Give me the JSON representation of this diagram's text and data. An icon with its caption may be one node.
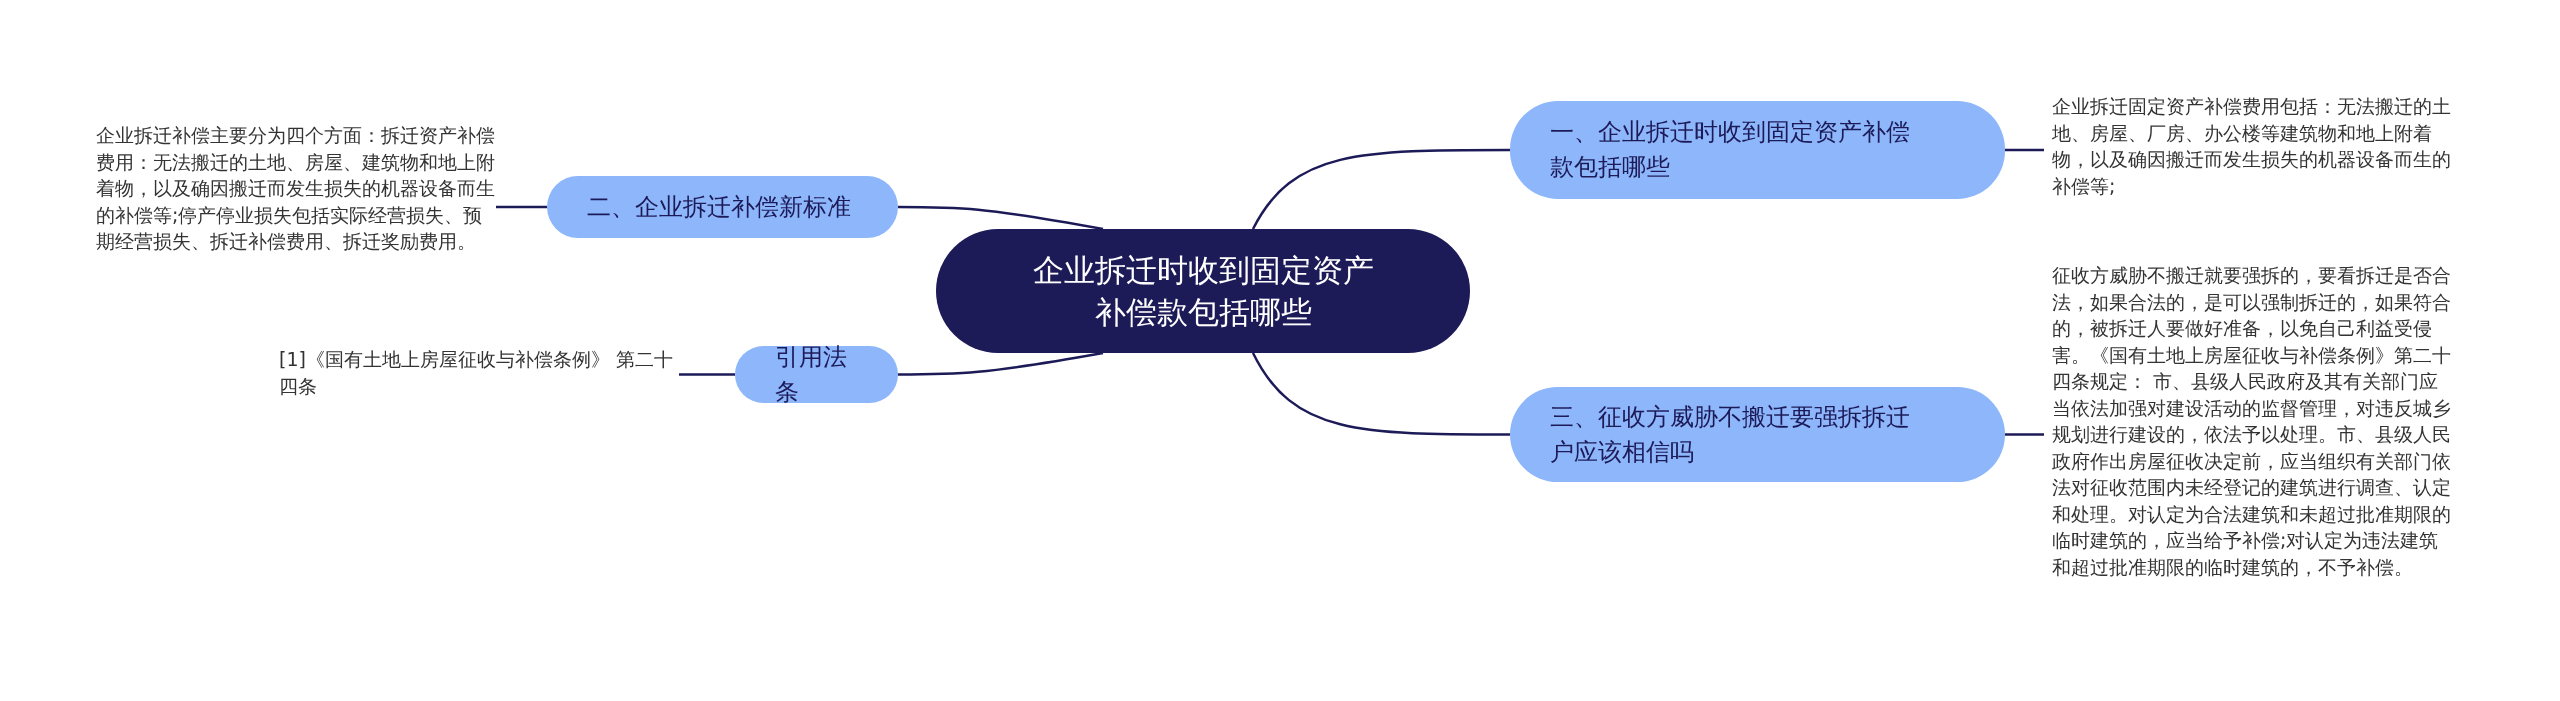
{
  "diagram": {
    "nodes": [
      {
        "text": [
          "企业拆迁时收到固定资产补偿款包括哪些"
        ]
      },
      {
        "text": [
          "一、企业拆迁时收到固定资产补偿款包括哪些"
        ]
      },
      {
        "text": [
          "企业拆迁固定资产补偿费用包括：无法搬迁的土地、房屋、厂房、办公楼等建筑物和地上附着物，以及确因搬迁而发生损失的机器设备而生的补偿等;"
        ]
      },
      {
        "text": [
          "二、企业拆迁补偿新标准"
        ]
      },
      {
        "text": [
          "企业拆迁补偿主要分为四个方面：拆迁资产补偿费用：无法搬迁的土地、房屋、建筑物和地上附着物，以及确因搬迁而发生损失的机器设备而生的补偿等;停产停业损失包括实际经营损失、预期经营损失、拆迁补偿费用、拆迁奖励费用。"
        ]
      },
      {
        "text": [
          "三、征收方威胁不搬迁要强拆拆迁户应该相信吗"
        ]
      },
      {
        "text": [
          "征收方威胁不搬迁就要强拆的，要看拆迁是否合法，如果合法的，是可以强制拆迁的，如果符合的，被拆迁人要做好准备，以免自己利益受侵害。《国有土地上房屋征收与补偿条例》第二十四条规定： 市、县级人民政府及其有关部门应当依法加强对建设活动的监督管理，对违反城乡规划进行建设的，依法予以处理。市、县级人民政府作出房屋征收决定前，应当组织有关部门依法对征收范围内未经登记的建筑进行调查、认定和处理。对认定为合法建筑和未超过批准期限的临时建筑的，应当给予补偿;对认定为违法建筑和超过批准期限的临时建筑的，不予补偿。"
        ]
      },
      {
        "text": [
          "引用法条"
        ]
      },
      {
        "text": [
          "[1]《国有土地上房屋征收与补偿条例》 第二十四条"
        ]
      }
    ],
    "edges": [
      {
        "from": 0,
        "to": 1,
        "arrow": "none"
      },
      {
        "from": 1,
        "to": 2,
        "arrow": "none"
      },
      {
        "from": 0,
        "to": 3,
        "arrow": "none"
      },
      {
        "from": 3,
        "to": 4,
        "arrow": "none"
      },
      {
        "from": 0,
        "to": 5,
        "arrow": "none"
      },
      {
        "from": 5,
        "to": 6,
        "arrow": "none"
      },
      {
        "from": 0,
        "to": 7,
        "arrow": "none"
      },
      {
        "from": 7,
        "to": 8,
        "arrow": "none"
      }
    ]
  }
}
